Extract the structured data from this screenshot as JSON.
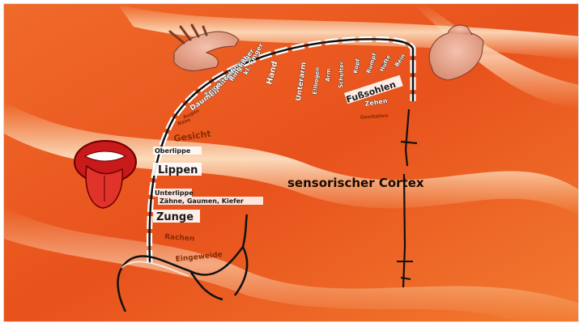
{
  "title": "sensorischer Cortex",
  "labels": {
    "fusssohlen": "Fußsohlen",
    "zehen": "Zehen",
    "genitalien": "Genitalien",
    "hand": "Hand",
    "kleiner_finger": "kl. Finger",
    "ringfinger": "Ringfinger",
    "mittelfinger": "Mittelfinger",
    "zeigefinger": "Zeigefinger",
    "daumen": "Daumen",
    "augen": "Augen",
    "nase": "Nase",
    "gesicht": "Gesicht",
    "oberlippe": "Oberlippe",
    "lippen": "Lippen",
    "unterlippe": "Unterlippe",
    "zaehne": "Zähne, Gaumen, Kiefer",
    "zunge": "Zunge",
    "rachen": "Rachen",
    "eingeweide": "Eingeweide",
    "unterarm": "Unterarm",
    "ellbogen": "Ellbogen",
    "arm": "Arm",
    "schulter": "Schulter",
    "kopf": "Kopf",
    "rumpf": "Rumpf",
    "huefte": "Hüfte",
    "bein": "Bein"
  },
  "colors": {
    "background": "#e8521c",
    "highlight": "#ffd89a",
    "line": "#111111"
  }
}
